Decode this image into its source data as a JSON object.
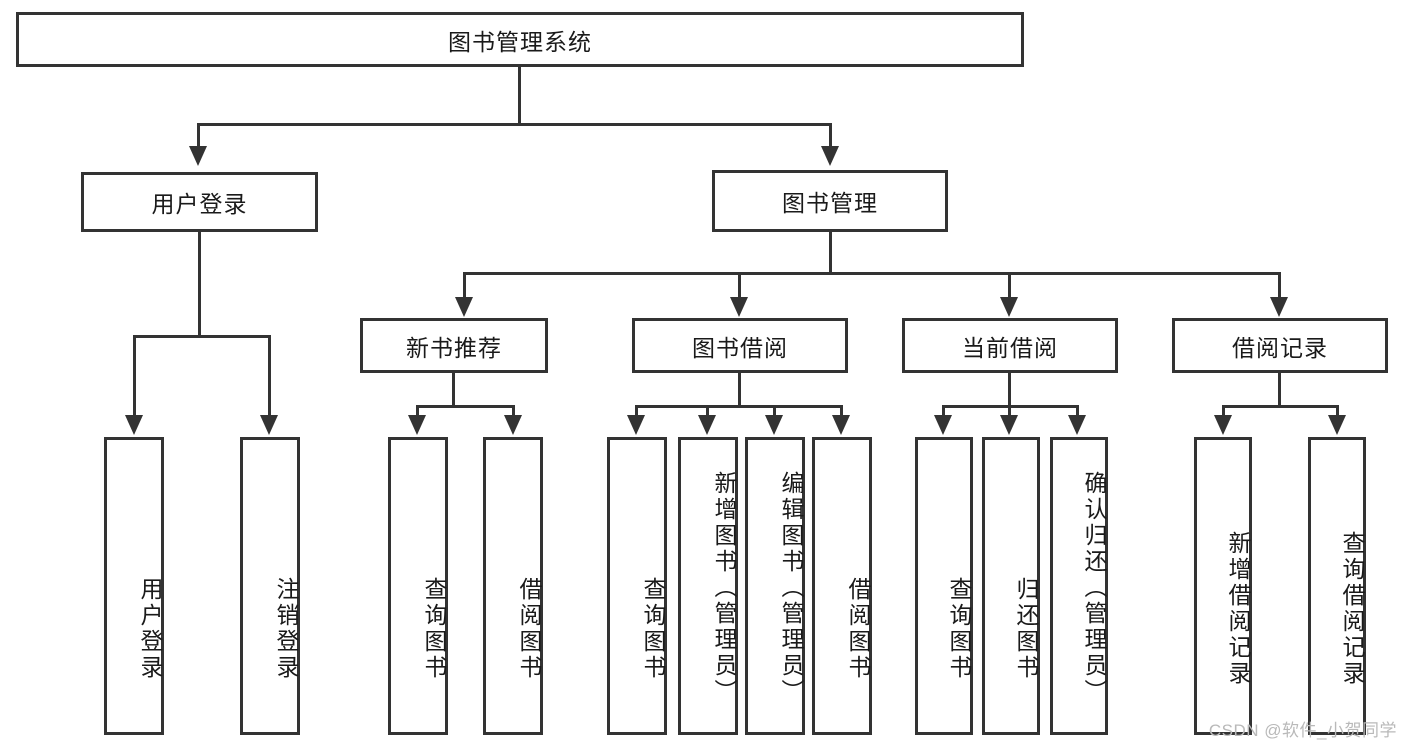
{
  "diagram": {
    "title": "图书管理系统",
    "root": {
      "label": "图书管理系统"
    },
    "level2": [
      {
        "label": "用户登录"
      },
      {
        "label": "图书管理"
      }
    ],
    "level3": [
      {
        "label": "新书推荐"
      },
      {
        "label": "图书借阅"
      },
      {
        "label": "当前借阅"
      },
      {
        "label": "借阅记录"
      }
    ],
    "leaves": {
      "user_login": [
        {
          "label": "用户登录"
        },
        {
          "label": "注销登录"
        }
      ],
      "new_book_recommend": [
        {
          "label": "查询图书"
        },
        {
          "label": "借阅图书"
        }
      ],
      "book_borrow": [
        {
          "label": "查询图书"
        },
        {
          "label": "新增图书（管理员）"
        },
        {
          "label": "编辑图书（管理员）"
        },
        {
          "label": "借阅图书"
        }
      ],
      "current_borrow": [
        {
          "label": "查询图书"
        },
        {
          "label": "归还图书"
        },
        {
          "label": "确认归还（管理员）"
        }
      ],
      "borrow_record": [
        {
          "label": "新增借阅记录"
        },
        {
          "label": "查询借阅记录"
        }
      ]
    }
  },
  "watermark": {
    "text": "CSDN @软件_小贺同学"
  },
  "colors": {
    "line": "#333333",
    "box_border": "#333333",
    "box_fill": "#ffffff",
    "text": "#1a1a1a",
    "watermark": "#b9b9b9"
  }
}
